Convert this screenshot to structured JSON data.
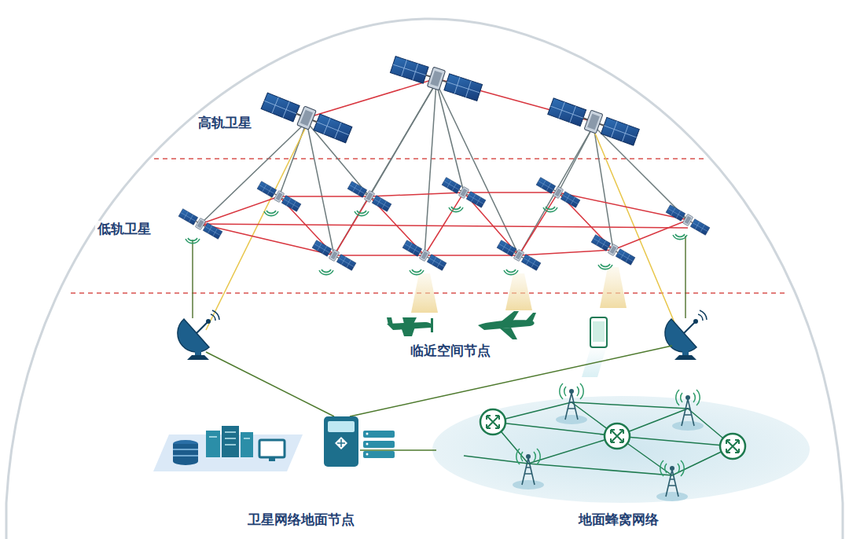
{
  "diagram": {
    "labels": [
      "高轨卫星",
      "低轨卫星",
      "临近空间节点",
      "卫星网络地面节点",
      "地面蜂窝网络"
    ]
  }
}
